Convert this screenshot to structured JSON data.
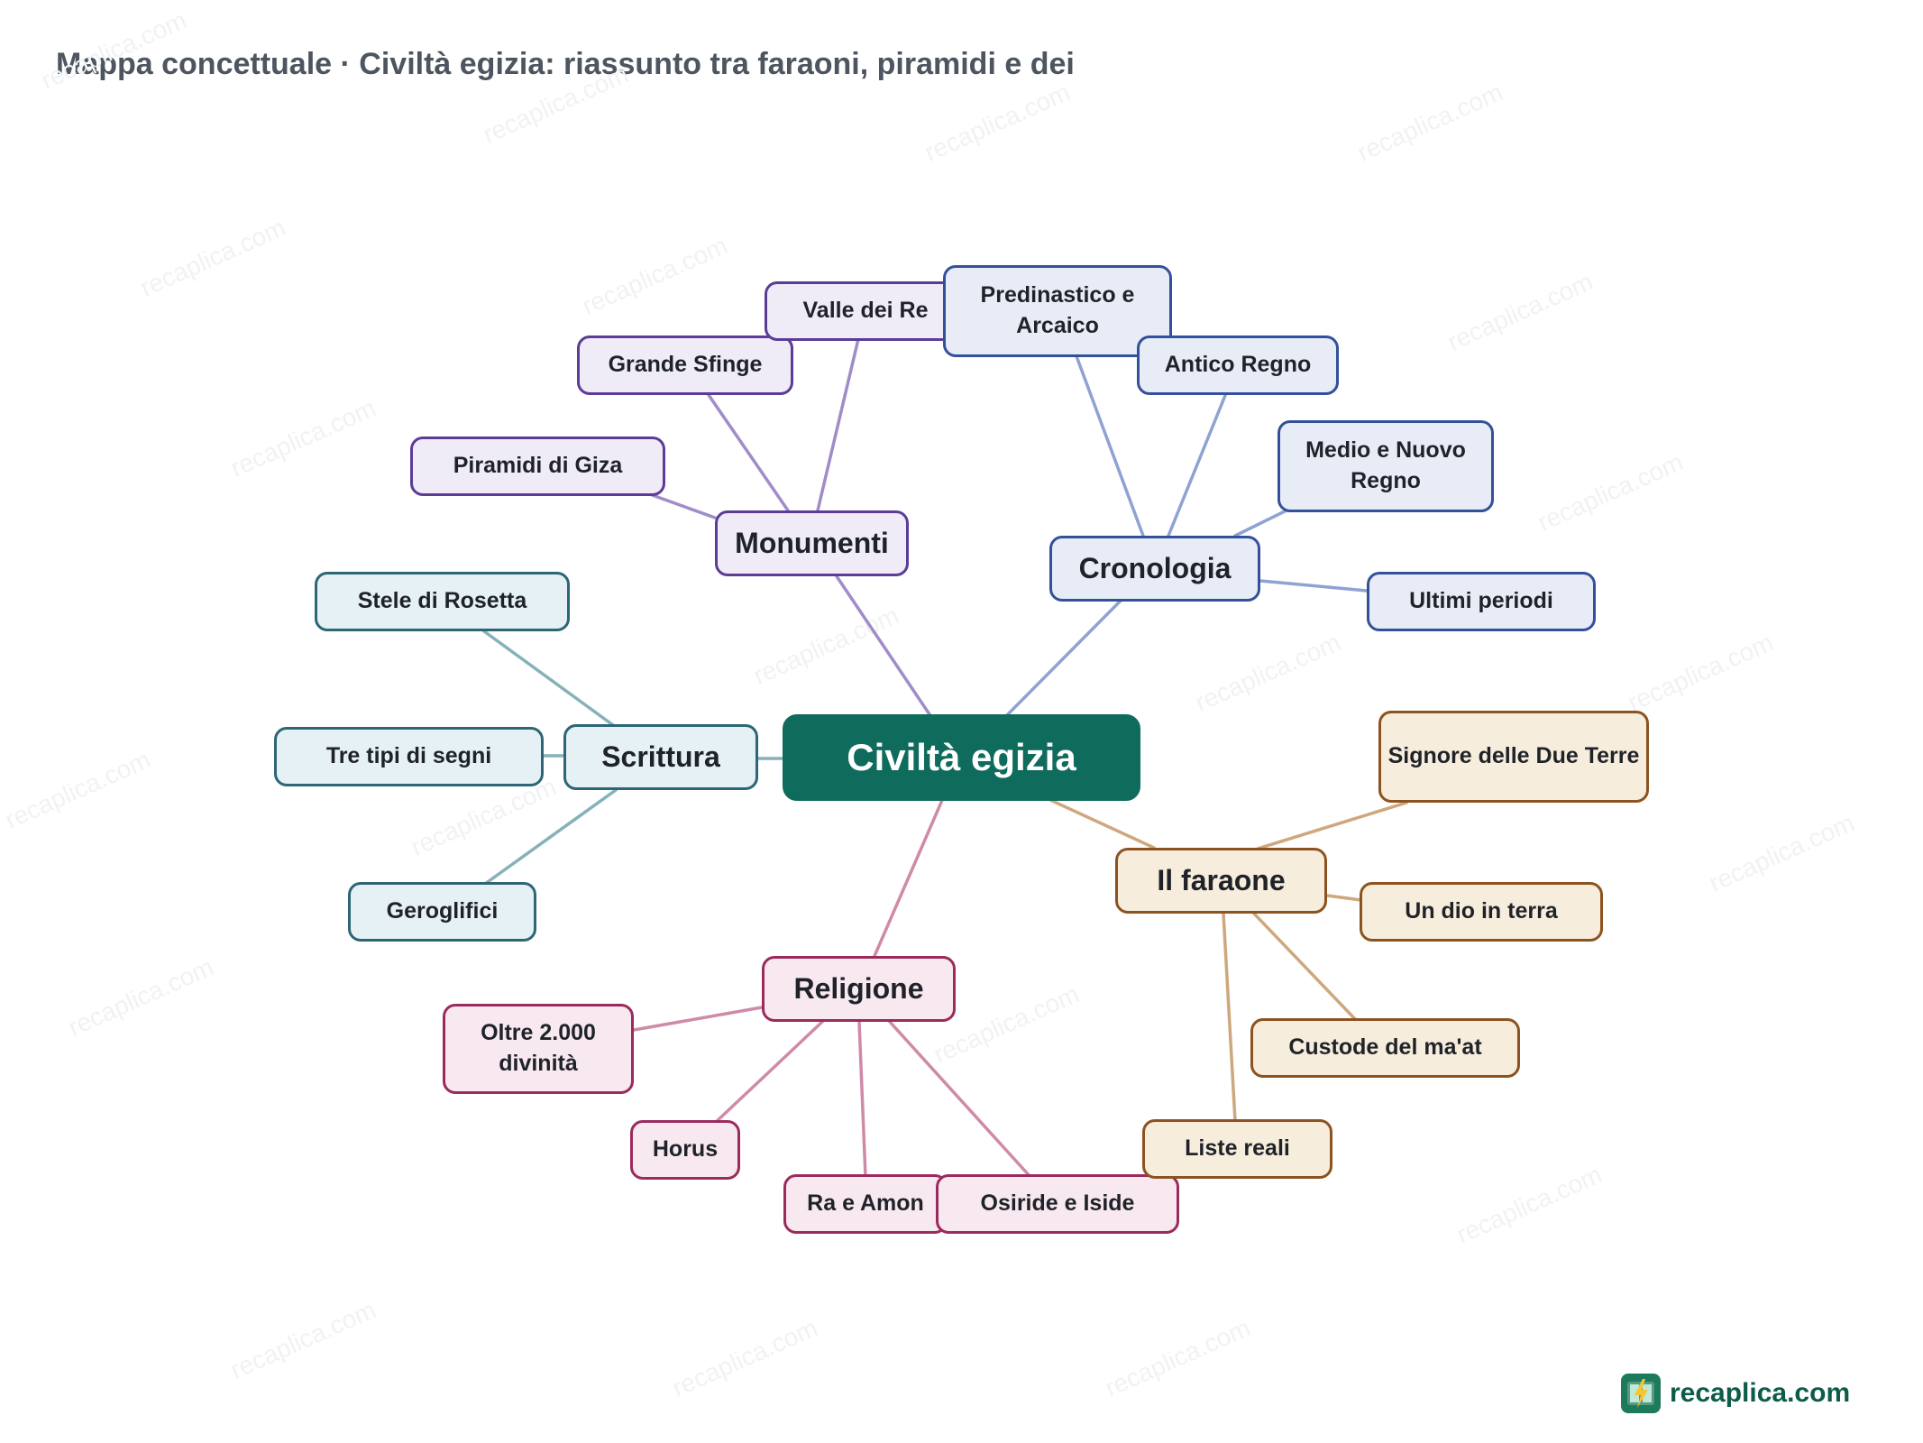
{
  "title": "Mappa concettuale · Civiltà egizia: riassunto tra faraoni, piramidi e dei",
  "watermark": "recaplica.com",
  "root": {
    "label": "Civiltà egizia"
  },
  "branches": {
    "monumenti": {
      "label": "Monumenti",
      "color": "#5b3c96",
      "items": [
        "Piramidi di Giza",
        "Grande Sfinge",
        "Valle dei Re"
      ]
    },
    "cronologia": {
      "label": "Cronologia",
      "color": "#33509a",
      "items": [
        "Predinastico e Arcaico",
        "Antico Regno",
        "Medio e Nuovo Regno",
        "Ultimi periodi"
      ]
    },
    "scrittura": {
      "label": "Scrittura",
      "color": "#2d6674",
      "items": [
        "Stele di Rosetta",
        "Tre tipi di segni",
        "Geroglifici"
      ]
    },
    "religione": {
      "label": "Religione",
      "color": "#9b2b5c",
      "items": [
        "Oltre 2.000 divinità",
        "Horus",
        "Ra e Amon",
        "Osiride e Iside"
      ]
    },
    "faraone": {
      "label": "Il faraone",
      "color": "#8c5320",
      "items": [
        "Signore delle Due Terre",
        "Un dio in terra",
        "Custode del ma'at",
        "Liste reali"
      ]
    }
  },
  "logo": {
    "text": "recaplica.com",
    "icon": "lightning-book-icon",
    "color": "#1d7a5a"
  }
}
